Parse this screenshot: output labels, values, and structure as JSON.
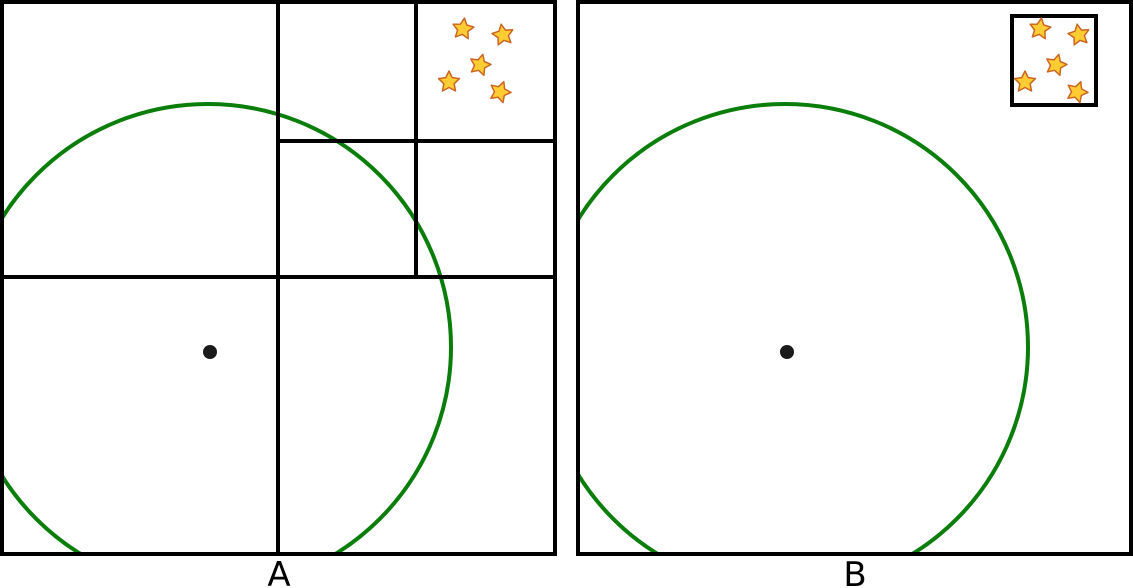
{
  "panels": [
    {
      "label": "A",
      "subdivided": true,
      "star_count": 5,
      "colors": {
        "frame": "#000000",
        "circle": "#0a7d0a",
        "dot": "#1a1a1a",
        "star_fill": "#ffcc33",
        "star_stroke": "#cc6622"
      }
    },
    {
      "label": "B",
      "subdivided": false,
      "star_count": 5,
      "colors": {
        "frame": "#000000",
        "circle": "#0a7d0a",
        "dot": "#1a1a1a",
        "star_fill": "#ffcc33",
        "star_stroke": "#cc6622"
      }
    }
  ]
}
